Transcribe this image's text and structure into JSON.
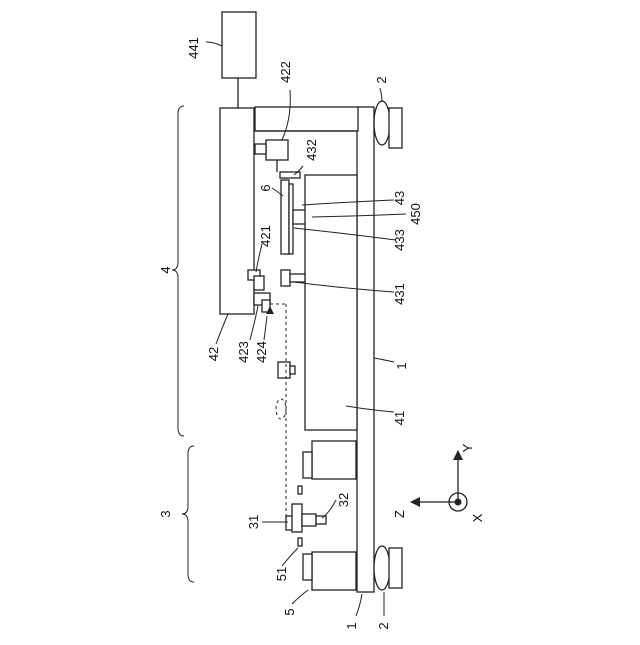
{
  "labels": {
    "l441": "441",
    "l422": "422",
    "l2a": "2",
    "l432": "432",
    "l6": "6",
    "l43": "43",
    "l450": "450",
    "l4": "4",
    "l421": "421",
    "l433": "433",
    "l431": "431",
    "l42": "42",
    "l423": "423",
    "l424": "424",
    "l1a": "1",
    "l41": "41",
    "l3": "3",
    "l31": "31",
    "l32": "32",
    "l51": "51",
    "l5": "5",
    "l1b": "1",
    "l2b": "2"
  },
  "axes": {
    "y": "Y",
    "z": "Z",
    "x": "X"
  }
}
